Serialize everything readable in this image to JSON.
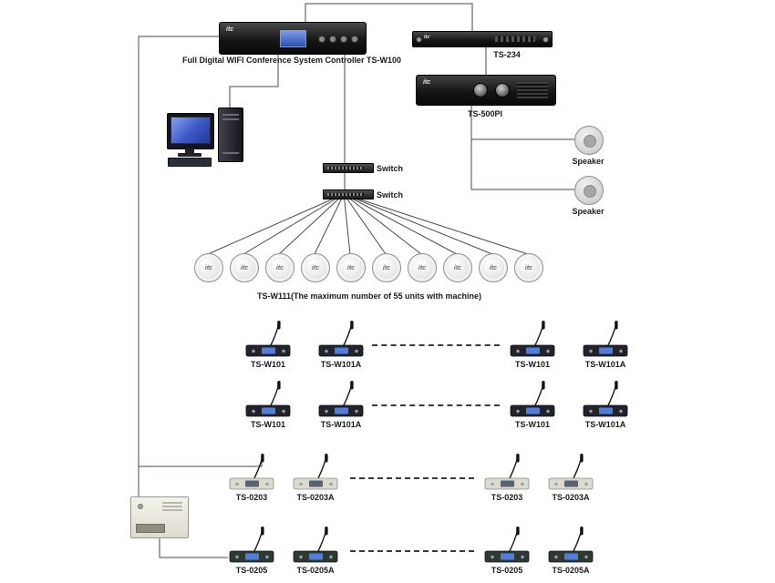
{
  "brand": "itc",
  "controller": {
    "label": "Full Digital WIFI Conference System Controller TS-W100"
  },
  "devices": {
    "ts234": {
      "label": "TS-234"
    },
    "ts500pi": {
      "label": "TS-500PI"
    }
  },
  "speakers": [
    {
      "label": "Speaker"
    },
    {
      "label": "Speaker"
    }
  ],
  "switches": [
    {
      "label": "Switch"
    },
    {
      "label": "Switch"
    }
  ],
  "wifi": {
    "unit_count": 10,
    "note": "TS-W111(The maximum number of 55 units with machine)"
  },
  "mic_rows": [
    {
      "labels": [
        "TS-W101",
        "TS-W101A",
        "TS-W101",
        "TS-W101A"
      ]
    },
    {
      "labels": [
        "TS-W101",
        "TS-W101A",
        "TS-W101",
        "TS-W101A"
      ]
    },
    {
      "labels": [
        "TS-0203",
        "TS-0203A",
        "TS-0203",
        "TS-0203A"
      ]
    },
    {
      "labels": [
        "TS-0205",
        "TS-0205A",
        "TS-0205",
        "TS-0205A"
      ]
    }
  ]
}
